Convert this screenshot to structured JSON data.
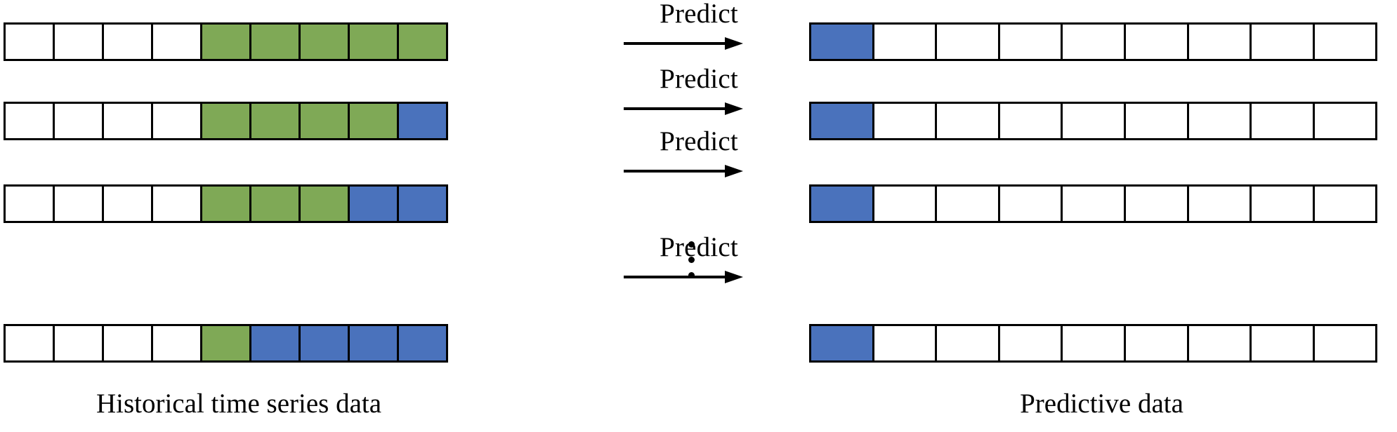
{
  "figure": {
    "type": "diagram",
    "subtype": "rolling-window-forecast-schematic",
    "colors": {
      "observed_green": "#7fa956",
      "predicted_blue": "#4a72bc",
      "empty_white": "#ffffff",
      "outline_black": "#000000"
    },
    "captions": {
      "left": "Historical time series data",
      "right": "Predictive data"
    },
    "ellipsis_symbol": "vertical-ellipsis"
  },
  "left_block": {
    "label": "Historical time series data",
    "cells_per_row": 9,
    "rows": [
      {
        "index": 1,
        "pattern": [
          "white",
          "white",
          "white",
          "white",
          "green",
          "green",
          "green",
          "green",
          "green"
        ]
      },
      {
        "index": 2,
        "pattern": [
          "white",
          "white",
          "white",
          "white",
          "green",
          "green",
          "green",
          "green",
          "blue"
        ]
      },
      {
        "index": 3,
        "pattern": [
          "white",
          "white",
          "white",
          "white",
          "green",
          "green",
          "green",
          "blue",
          "blue"
        ]
      },
      {
        "index": 4,
        "pattern": [
          "white",
          "white",
          "white",
          "white",
          "green",
          "blue",
          "blue",
          "blue",
          "blue"
        ]
      }
    ]
  },
  "right_block": {
    "label": "Predictive data",
    "cells_per_row": 9,
    "rows": [
      {
        "index": 1,
        "pattern": [
          "blue",
          "white",
          "white",
          "white",
          "white",
          "white",
          "white",
          "white",
          "white"
        ]
      },
      {
        "index": 2,
        "pattern": [
          "blue",
          "white",
          "white",
          "white",
          "white",
          "white",
          "white",
          "white",
          "white"
        ]
      },
      {
        "index": 3,
        "pattern": [
          "blue",
          "white",
          "white",
          "white",
          "white",
          "white",
          "white",
          "white",
          "white"
        ]
      },
      {
        "index": 4,
        "pattern": [
          "blue",
          "white",
          "white",
          "white",
          "white",
          "white",
          "white",
          "white",
          "white"
        ]
      }
    ]
  },
  "arrows": [
    {
      "index": 1,
      "label": "Predict"
    },
    {
      "index": 2,
      "label": "Predict"
    },
    {
      "index": 3,
      "label": "Predict"
    },
    {
      "index": 4,
      "label": "Predict"
    }
  ]
}
